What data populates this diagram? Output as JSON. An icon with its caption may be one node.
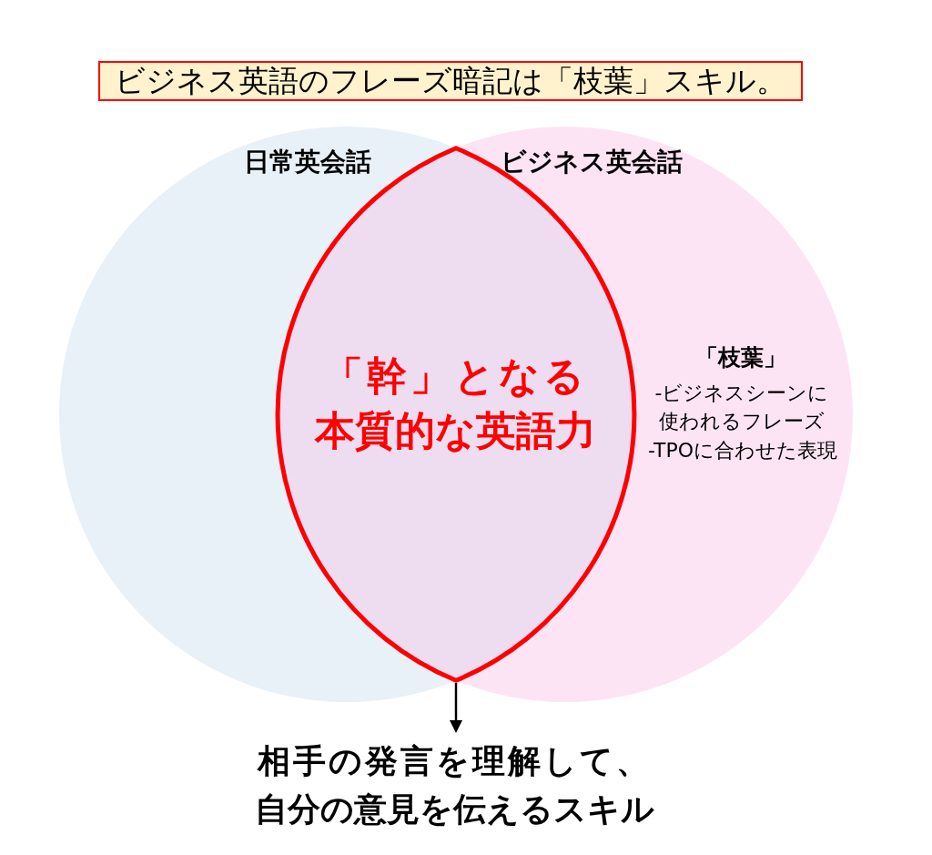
{
  "diagram": {
    "title": "ビジネス英語のフレーズ暗記は「枝葉」スキル。",
    "nodes": [
      {
        "text": [
          "日常英会話"
        ]
      },
      {
        "text": [
          "ビジネス英会話",
          "「枝葉」",
          "-ビジネスシーンに使われるフレーズ",
          "-TPOに合わせた表現"
        ]
      },
      {
        "text": [
          "「幹」となる本質的な英語力"
        ]
      },
      {
        "text": [
          "相手の発言を理解して、自分の意見を伝えるスキル"
        ]
      }
    ],
    "edges": [
      {
        "from": 2,
        "to": 3,
        "arrow": "to"
      }
    ]
  }
}
